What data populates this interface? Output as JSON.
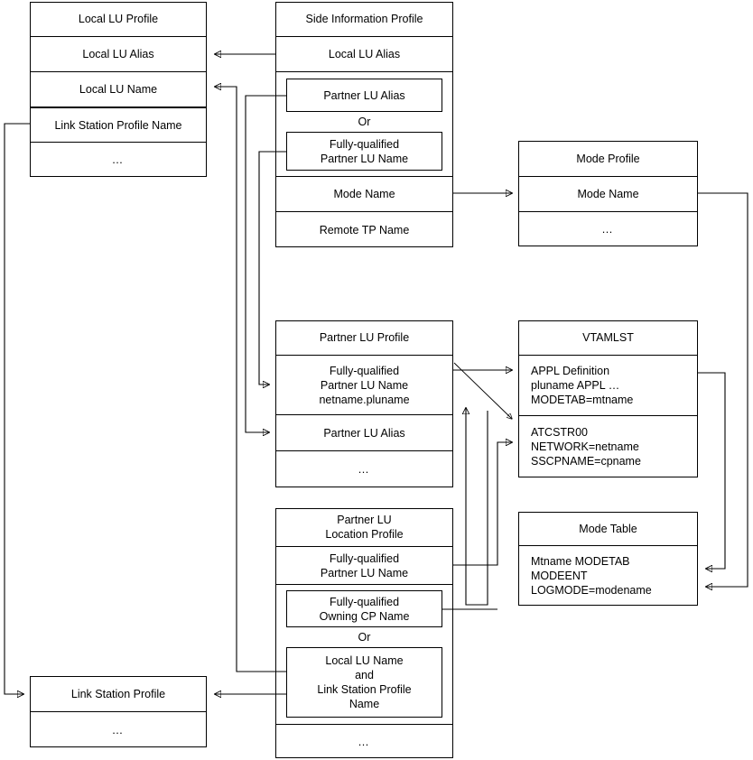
{
  "diagram": {
    "title": "SNA profile cross-reference diagram",
    "line_color": "#000000",
    "background": "#ffffff"
  },
  "boxes": {
    "local_lu_profile": {
      "header": "Local LU Profile",
      "fields": [
        "Local LU Alias",
        "Local LU Name",
        "Link Station Profile Name",
        "…"
      ]
    },
    "side_information_profile": {
      "header": "Side Information Profile",
      "field_local_lu_alias": "Local LU Alias",
      "choice_a": "Partner LU Alias",
      "or": "Or",
      "choice_b": "Fully-qualified\nPartner LU Name",
      "field_mode_name": "Mode Name",
      "field_remote_tp_name": "Remote TP Name"
    },
    "mode_profile": {
      "header": "Mode Profile",
      "fields": [
        "Mode Name",
        "…"
      ]
    },
    "partner_lu_profile": {
      "header": "Partner LU Profile",
      "fields": [
        "Fully-qualified\nPartner LU Name\nnetname.pluname",
        "Partner LU Alias",
        "…"
      ]
    },
    "vtamlst": {
      "header": "VTAMLST",
      "appl_definition": "APPL Definition\n   pluname APPL …\n      MODETAB=mtname",
      "atcstr00": "ATCSTR00\n   NETWORK=netname\n   SSCPNAME=cpname"
    },
    "partner_lu_location_profile": {
      "header": "Partner LU\nLocation Profile",
      "field_fq_partner_lu_name": "Fully-qualified\nPartner LU Name",
      "choice_a": "Fully-qualified\nOwning CP Name",
      "or": "Or",
      "choice_b": "Local LU Name\nand\nLink Station Profile\nName",
      "field_dots": "…"
    },
    "mode_table": {
      "header": "Mode Table",
      "body": "Mtname MODETAB\n   MODEENT\n      LOGMODE=modename"
    },
    "link_station_profile": {
      "header": "Link Station Profile",
      "fields": [
        "…"
      ]
    }
  }
}
